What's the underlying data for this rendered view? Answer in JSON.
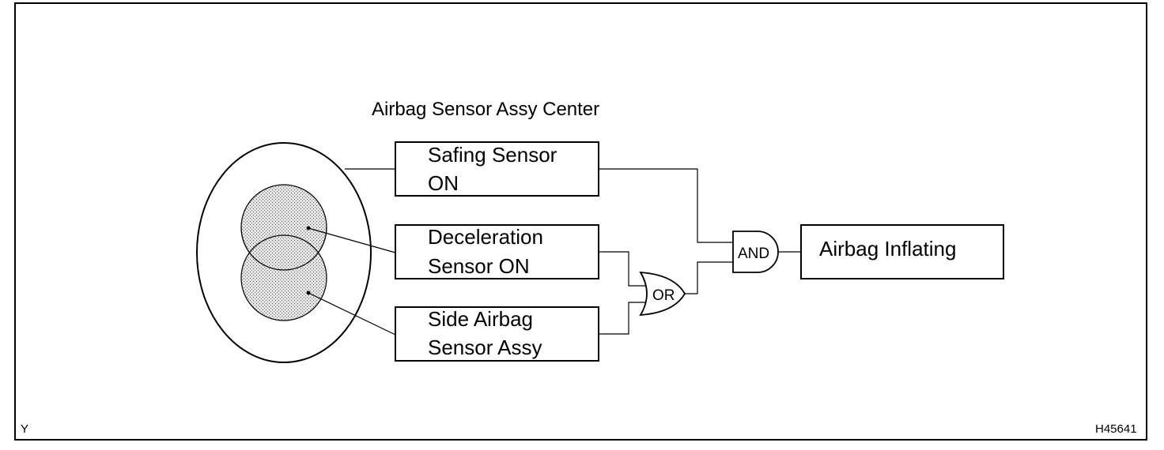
{
  "diagram": {
    "title": "Airbag Sensor Assy Center",
    "safing_box": {
      "line1": "Safing Sensor",
      "line2": "ON"
    },
    "decel_box": {
      "line1": "Deceleration",
      "line2": "Sensor ON"
    },
    "side_box": {
      "line1": "Side Airbag",
      "line2": "Sensor Assy"
    },
    "or_gate": "OR",
    "and_gate": "AND",
    "output_box": "Airbag Inflating",
    "corner_left": "Y",
    "corner_right": "H45641"
  }
}
